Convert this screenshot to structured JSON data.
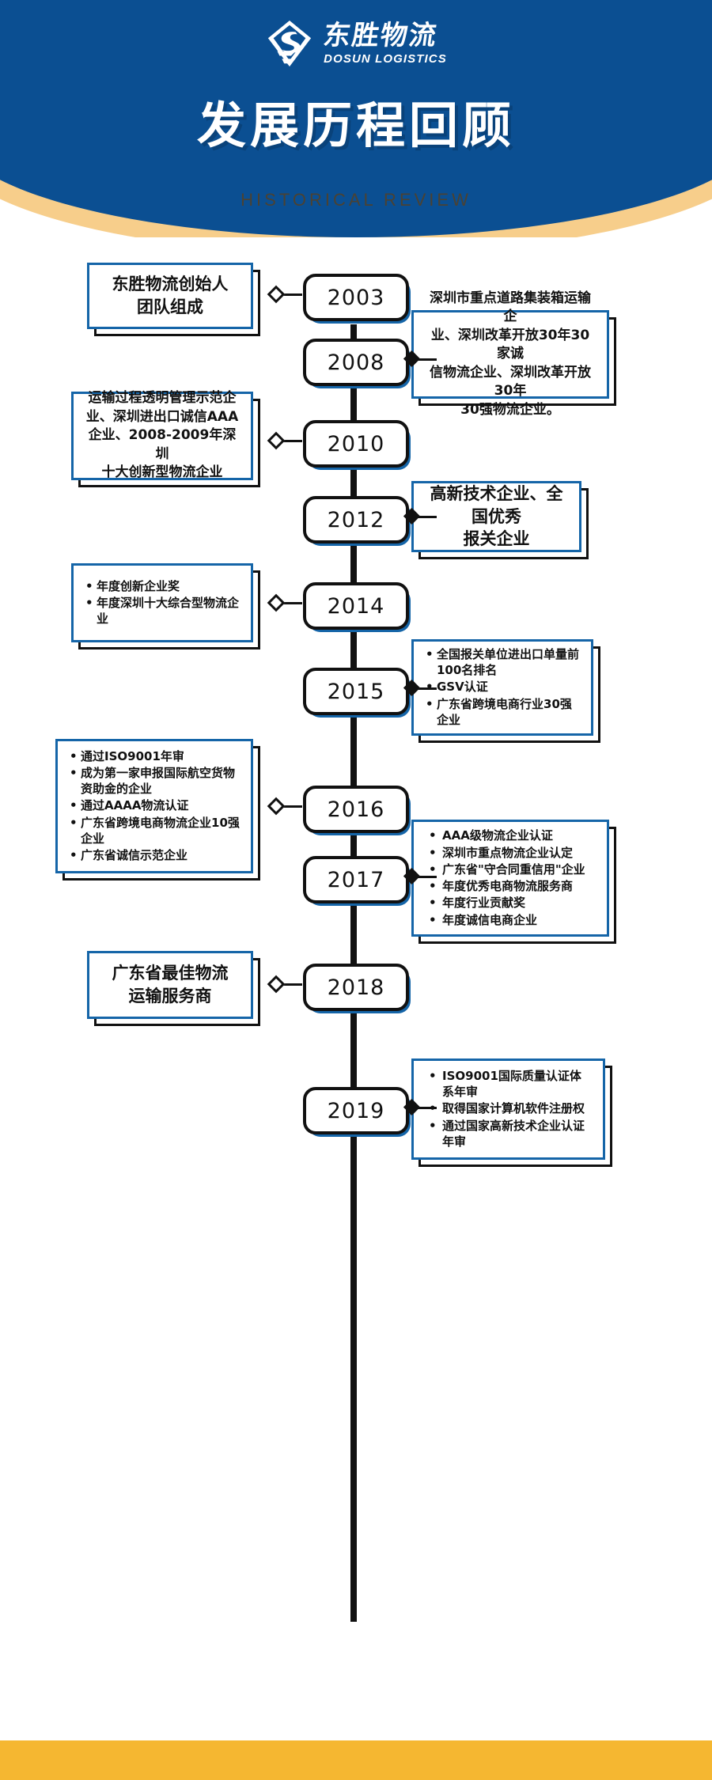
{
  "header": {
    "brand_cn": "东胜物流",
    "brand_en": "DOSUN LOGISTICS",
    "logo_icon": "dosun-diamond-s-logo",
    "title": "发展历程回顾",
    "subtitle": "HISTORICAL REVIEW",
    "colors": {
      "blue": "#0B4F92",
      "gold_curve": "#F7CE8B",
      "footer_gold": "#F5B731",
      "card_border": "#1565A8",
      "ink": "#111111"
    }
  },
  "timeline": {
    "entries": [
      {
        "year": "2003",
        "side": "left",
        "style": "paragraph",
        "lines": [
          "东胜物流创始人",
          "团队组成"
        ],
        "items": []
      },
      {
        "year": "2008",
        "side": "right",
        "style": "paragraph",
        "lines": [
          "深圳市重点道路集装箱运输企",
          "业、深圳改革开放30年30家诚",
          "信物流企业、深圳改革开放30年",
          "30强物流企业。"
        ],
        "items": []
      },
      {
        "year": "2010",
        "side": "left",
        "style": "paragraph",
        "lines": [
          "运输过程透明管理示范企",
          "业、深圳进出口诚信AAA",
          "企业、2008-2009年深圳",
          "十大创新型物流企业"
        ],
        "items": []
      },
      {
        "year": "2012",
        "side": "right",
        "style": "paragraph",
        "lines": [
          "高新技术企业、全国优秀",
          "报关企业"
        ],
        "items": []
      },
      {
        "year": "2014",
        "side": "left",
        "style": "list",
        "lines": [],
        "items": [
          "年度创新企业奖",
          "年度深圳十大综合型物流企业"
        ]
      },
      {
        "year": "2015",
        "side": "right",
        "style": "list",
        "lines": [],
        "items": [
          "全国报关单位进出口单量前100名排名",
          "GSV认证",
          "广东省跨境电商行业30强企业"
        ]
      },
      {
        "year": "2016",
        "side": "left",
        "style": "list",
        "lines": [],
        "items": [
          "通过ISO9001年审",
          "成为第一家申报国际航空货物资助金的企业",
          "通过AAAA物流认证",
          "广东省跨境电商物流企业10强企业",
          "广东省诚信示范企业"
        ]
      },
      {
        "year": "2017",
        "side": "right",
        "style": "list-wide",
        "lines": [],
        "items": [
          "AAA级物流企业认证",
          "深圳市重点物流企业认定",
          "广东省\"守合同重信用\"企业",
          "年度优秀电商物流服务商",
          "年度行业贡献奖",
          "年度诚信电商企业"
        ]
      },
      {
        "year": "2018",
        "side": "left",
        "style": "paragraph",
        "lines": [
          "广东省最佳物流",
          "运输服务商"
        ],
        "items": []
      },
      {
        "year": "2019",
        "side": "right",
        "style": "list-wide",
        "lines": [],
        "items": [
          "ISO9001国际质量认证体系年审",
          "取得国家计算机软件注册权",
          "通过国家高新技术企业认证年审"
        ]
      }
    ]
  }
}
